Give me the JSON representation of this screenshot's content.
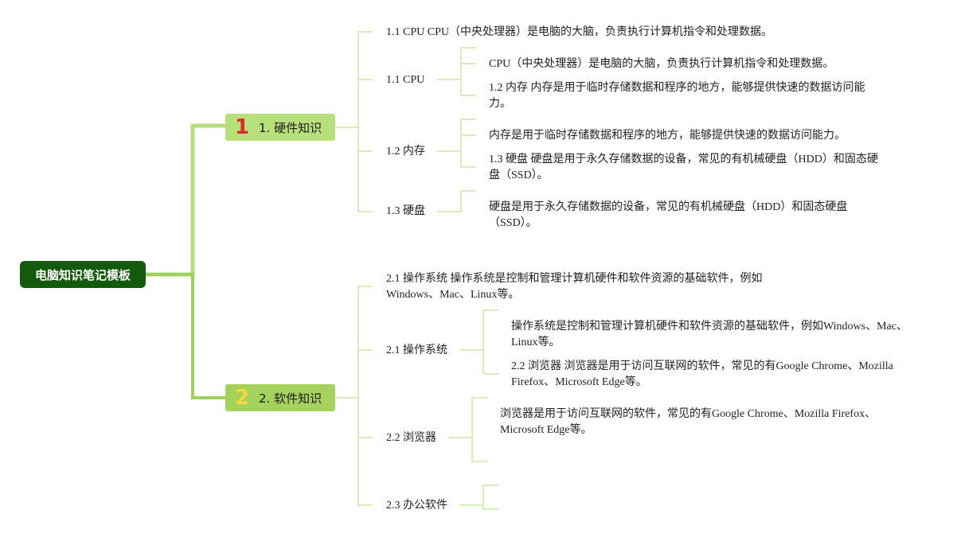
{
  "root": {
    "label": "电脑知识笔记模板"
  },
  "branches": [
    {
      "badge": "1",
      "label": "1. 硬件知识",
      "summary": "1.1 CPU CPU（中央处理器）是电脑的大脑，负责执行计算机指令和处理数据。",
      "children": [
        {
          "label": "1.1 CPU",
          "notes": [
            "CPU（中央处理器）是电脑的大脑，负责执行计算机指令和处理数据。",
            "1.2 内存 内存是用于临时存储数据和程序的地方，能够提供快速的数据访问能力。"
          ]
        },
        {
          "label": "1.2 内存",
          "notes": [
            "内存是用于临时存储数据和程序的地方，能够提供快速的数据访问能力。",
            "1.3 硬盘 硬盘是用于永久存储数据的设备，常见的有机械硬盘（HDD）和固态硬盘（SSD）。"
          ]
        },
        {
          "label": "1.3 硬盘",
          "notes": [
            "硬盘是用于永久存储数据的设备，常见的有机械硬盘（HDD）和固态硬盘（SSD）。"
          ]
        }
      ]
    },
    {
      "badge": "2",
      "label": "2. 软件知识",
      "summary": "2.1 操作系统 操作系统是控制和管理计算机硬件和软件资源的基础软件，例如Windows、Mac、Linux等。",
      "children": [
        {
          "label": "2.1 操作系统",
          "notes": [
            "操作系统是控制和管理计算机硬件和软件资源的基础软件，例如Windows、Mac、Linux等。",
            "2.2 浏览器 浏览器是用于访问互联网的软件，常见的有Google Chrome、Mozilla Firefox、Microsoft Edge等。"
          ]
        },
        {
          "label": "2.2 浏览器",
          "notes": [
            "浏览器是用于访问互联网的软件，常见的有Google Chrome、Mozilla Firefox、Microsoft Edge等。"
          ]
        },
        {
          "label": "2.3 办公软件",
          "notes": []
        }
      ]
    }
  ],
  "colors": {
    "root": "#145a0c",
    "trunk": "#9fcf5c",
    "branch1": "#b8e07a",
    "branch2": "#a5d25c",
    "leafLine": "#cde6a6",
    "badge1": "#d92c2c",
    "badge2": "#f4d83b"
  }
}
